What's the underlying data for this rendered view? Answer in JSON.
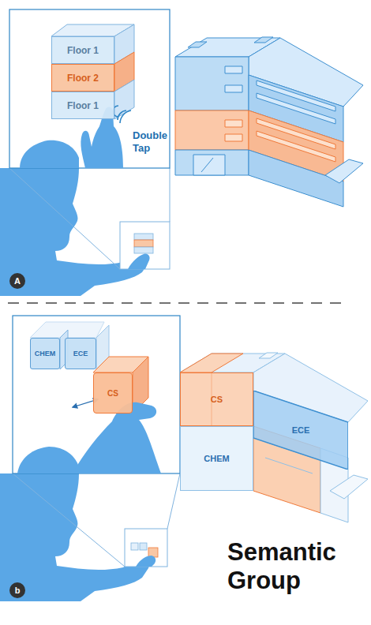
{
  "diagram": {
    "nodes": [
      {
        "text": [
          "Floor 1"
        ]
      },
      {
        "text": [
          "Floor 2"
        ]
      },
      {
        "text": [
          "Floor 1"
        ]
      },
      {
        "text": [
          "A"
        ]
      },
      {
        "text": [
          "CHEM"
        ]
      },
      {
        "text": [
          "ECE"
        ]
      },
      {
        "text": [
          "CS"
        ]
      },
      {
        "text": [
          "CS"
        ]
      },
      {
        "text": [
          "ECE"
        ]
      },
      {
        "text": [
          "CHEM"
        ]
      },
      {
        "text": [
          "b"
        ]
      }
    ],
    "labels": [
      "Double Tap",
      "Semantic Group"
    ]
  }
}
